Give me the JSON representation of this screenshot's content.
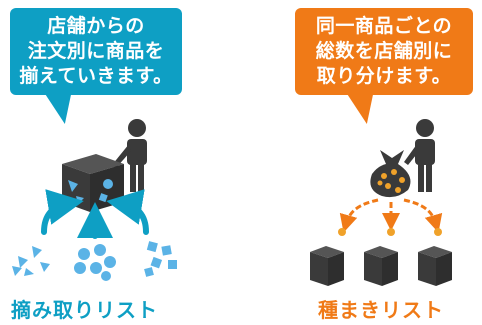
{
  "colors": {
    "picking_accent": "#0e9fc4",
    "sorting_accent": "#f07a17",
    "figure_dark": "#3a3a3a",
    "item_blue": "#5bb3e6",
    "item_orange": "#f0a22a"
  },
  "picking": {
    "bubble_lines": [
      "店舗からの",
      "注文別に商品を",
      "揃えていきます。"
    ],
    "caption": "摘み取りリスト",
    "icons": [
      "person-icon",
      "cart-box-icon",
      "triangles-icon",
      "circles-icon",
      "squares-icon",
      "inward-arrows-icon"
    ]
  },
  "sorting": {
    "bubble_lines": [
      "同一商品ごとの",
      "総数を店舗別に",
      "取り分けます。"
    ],
    "caption": "種まきリスト",
    "icons": [
      "person-icon",
      "bag-icon",
      "outward-arrows-icon",
      "store-box-icon"
    ]
  }
}
